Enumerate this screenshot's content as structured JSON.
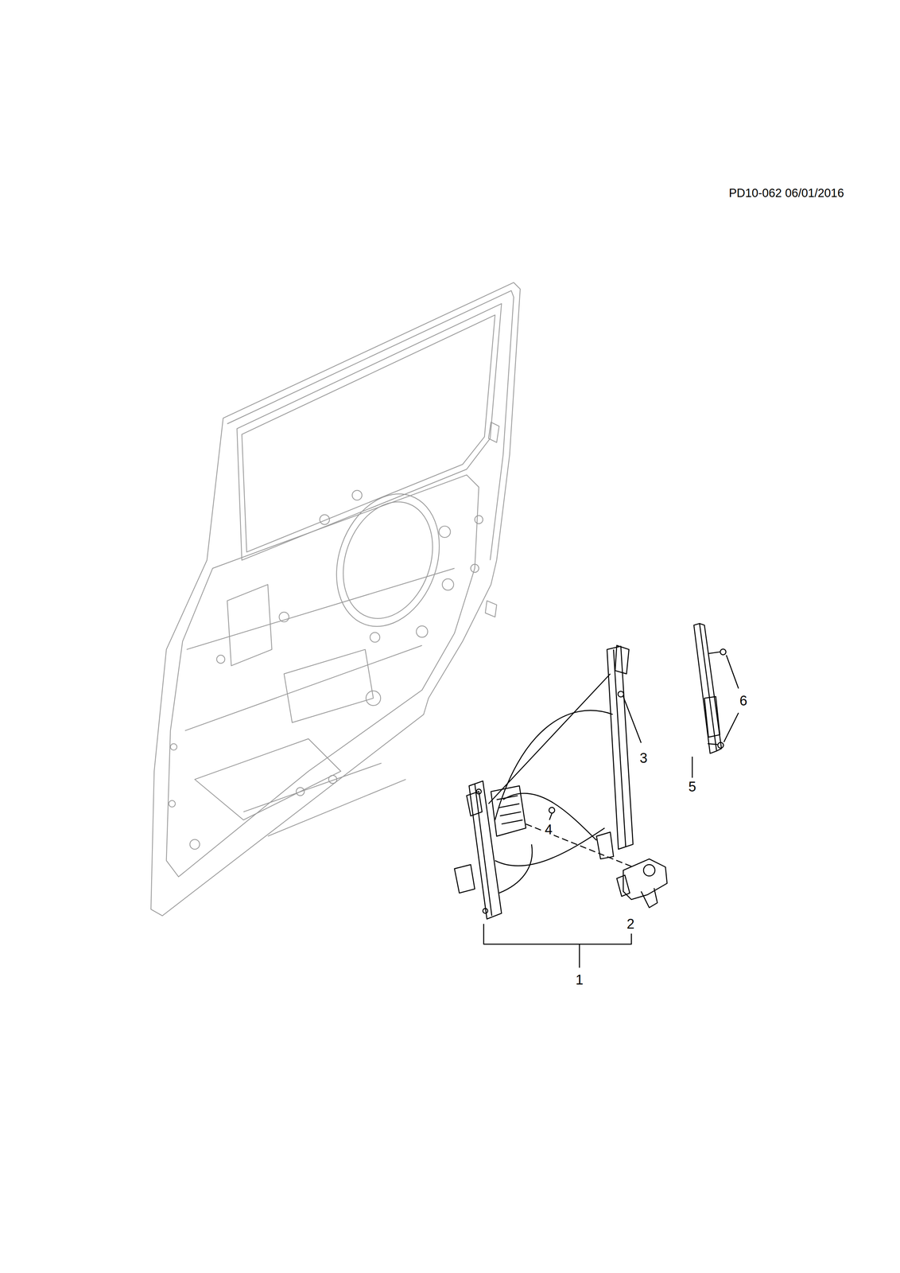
{
  "diagram": {
    "labels": [
      "PD10-062 06/01/2016",
      "1",
      "2",
      "3",
      "4",
      "5",
      "6"
    ]
  }
}
